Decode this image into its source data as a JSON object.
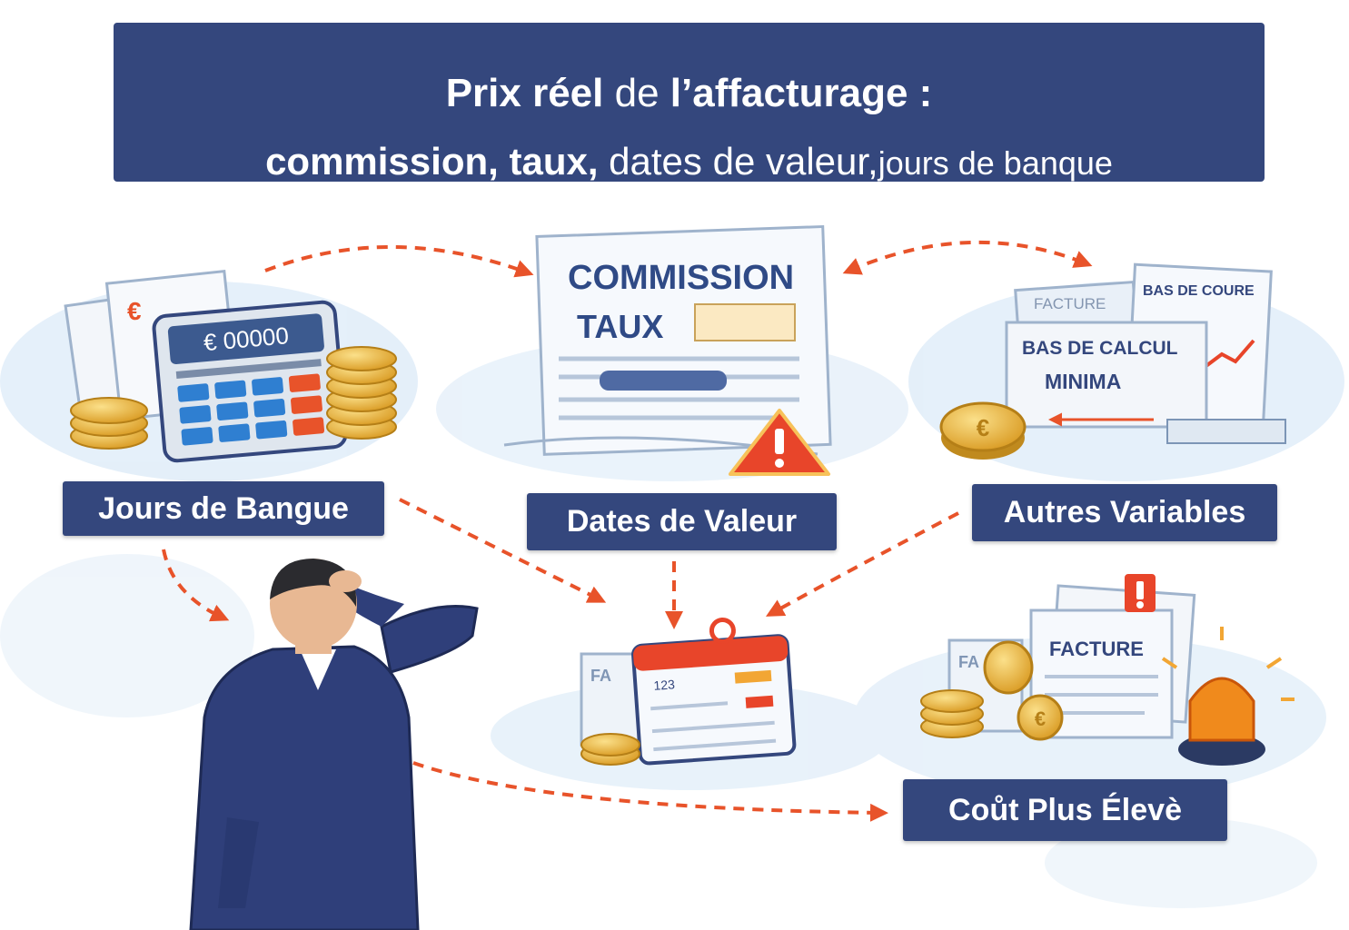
{
  "title": {
    "line1_part1": "Prix réel",
    "line1_part2": "de",
    "line1_part3": "l’affacturage :",
    "line2_part1": "commission, taux,",
    "line2_part2": "dates de valeur,",
    "line2_part3": "jours de banque"
  },
  "labels": {
    "jours": "Jours de Bangue",
    "dates": "Dates de Valeur",
    "autres": "Autres Variables",
    "cout": "Coůt Plus Élevè"
  },
  "calculator": {
    "display": "€ 00000",
    "euro_symbol": "€"
  },
  "document": {
    "line1": "COMMISSION",
    "line2": "TAUX"
  },
  "right_docs": {
    "facture_top": "FACTURE",
    "bas_de_coure": "BAS DE COURE",
    "bas_de_calcul": "BAS DE CALCUL",
    "minima": "MINIMA",
    "coin_symbol": "€"
  },
  "calendar": {
    "doc_text": "FA",
    "number": "123"
  },
  "alert_docs": {
    "facture": "FACTURE",
    "fa": "FA",
    "coin_symbol": "€"
  },
  "colors": {
    "navy": "#34477d",
    "arrow": "#e8532a",
    "warning": "#e8452a",
    "gold": "#e8b23a"
  }
}
